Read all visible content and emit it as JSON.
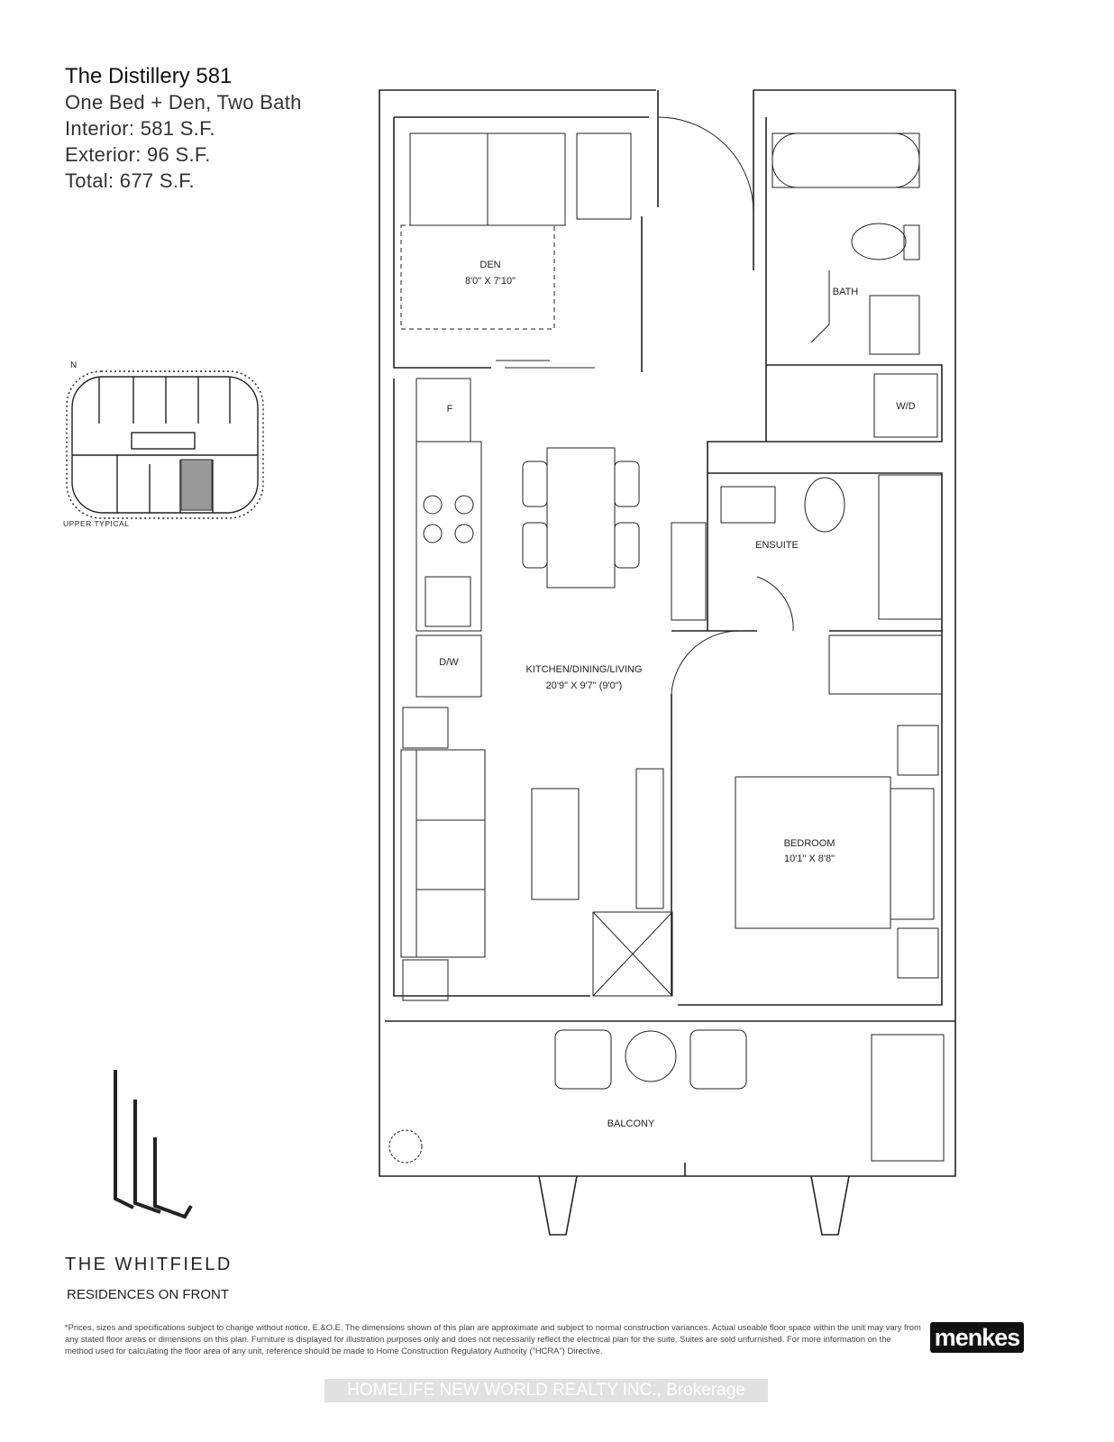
{
  "header": {
    "title": "The Distillery 581",
    "unit_type": "One Bed + Den, Two Bath",
    "interior": "Interior: 581 S.F.",
    "exterior": "Exterior:   96  S.F.",
    "total": "Total: 677  S.F."
  },
  "key_plan": {
    "north": "N",
    "label": "UPPER TYPICAL"
  },
  "rooms": {
    "den": {
      "name": "DEN",
      "size": "8'0\" X 7'10\""
    },
    "bath": {
      "name": "BATH"
    },
    "wd": {
      "name": "W/D"
    },
    "fridge": {
      "name": "F"
    },
    "ensuite": {
      "name": "ENSUITE"
    },
    "dw": {
      "name": "D/W"
    },
    "kitchen": {
      "name": "KITCHEN/DINING/LIVING",
      "size": "20'9\" X 9'7\" (9'0\")"
    },
    "bedroom": {
      "name": "BEDROOM",
      "size": "10'1\" X 8'8\""
    },
    "balcony": {
      "name": "BALCONY"
    }
  },
  "brand": {
    "name": "THE WHITFIELD",
    "tagline": "RESIDENCES ON FRONT",
    "developer": "menkes"
  },
  "disclaimer": "*Prices, sizes and specifications subject to change without notice. E.&O.E. The dimensions shown of this plan are approximate and subject to normal construction variances. Actual useable floor space within the unit may vary from any stated floor areas or dimensions on this plan. Furniture is displayed for illustration purposes only and does not necessarily reflect the electrical plan for the suite. Suites are sold unfurnished. For more information on the method used for calculating the floor area of any unit, reference should be made to Home Construction Regulatory Authority (\"HCRA\") Directive.",
  "watermark": "HOMELIFE NEW WORLD REALTY INC., Brokerage"
}
